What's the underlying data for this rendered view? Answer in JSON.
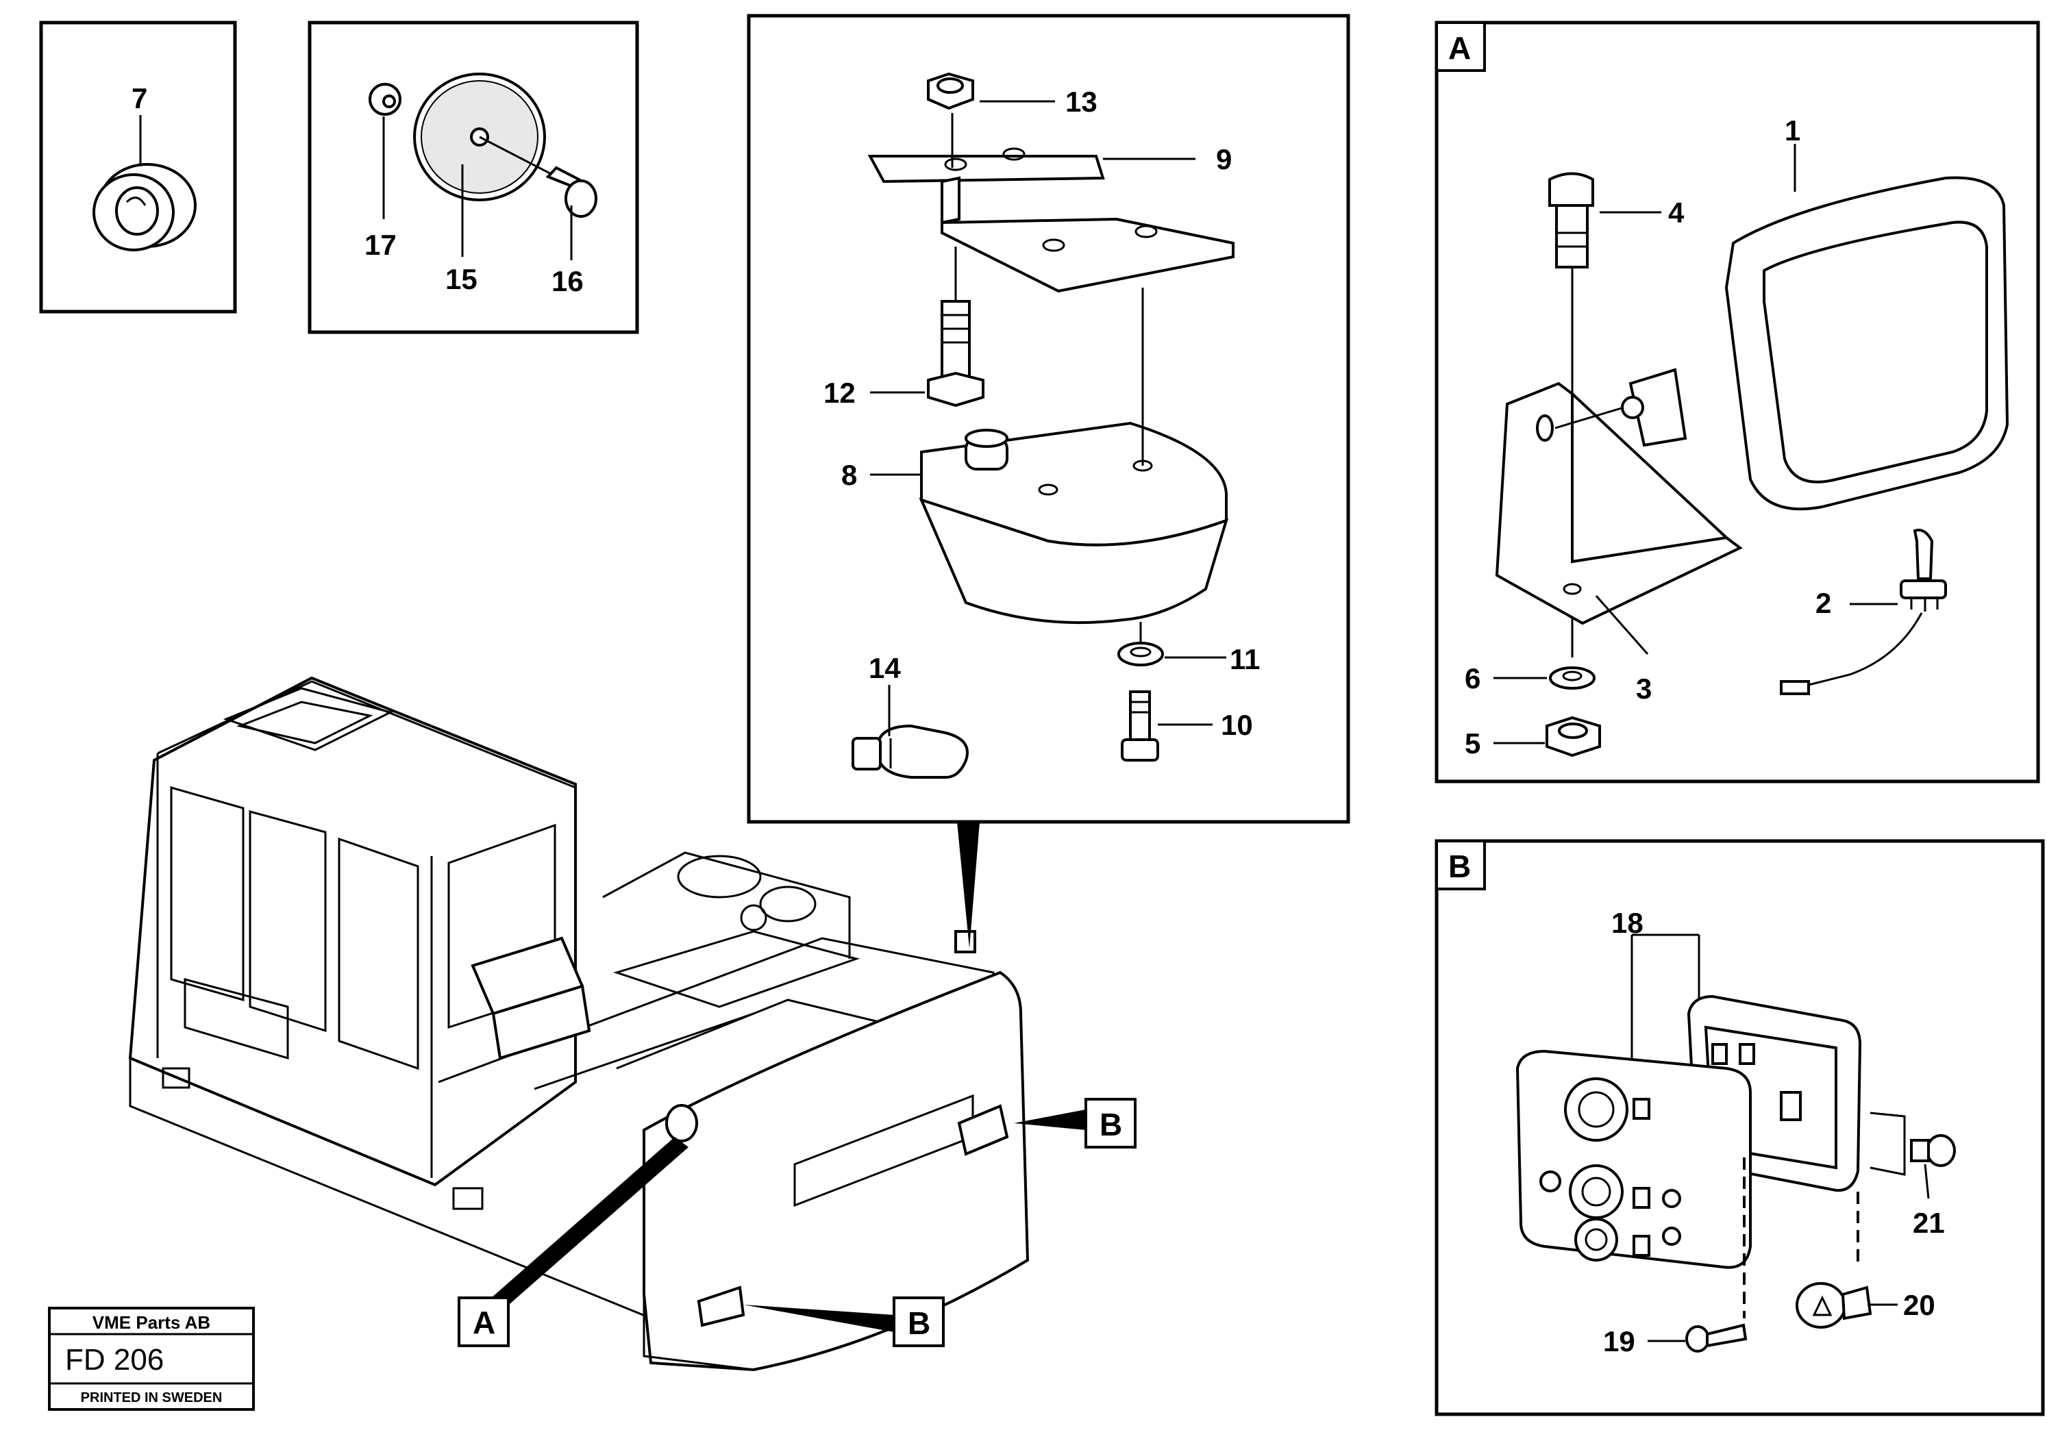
{
  "stamp": {
    "company": "VME Parts AB",
    "code": "FD 206",
    "printed": "PRINTED IN SWEDEN"
  },
  "detail_labels": {
    "a": "A",
    "b": "B"
  },
  "callouts": {
    "p1": "1",
    "p2": "2",
    "p3": "3",
    "p4": "4",
    "p5": "5",
    "p6": "6",
    "p7": "7",
    "p8": "8",
    "p9": "9",
    "p10": "10",
    "p11": "11",
    "p12": "12",
    "p13": "13",
    "p14": "14",
    "p15": "15",
    "p16": "16",
    "p17": "17",
    "p18": "18",
    "p19": "19",
    "p20": "20",
    "p21": "21"
  }
}
